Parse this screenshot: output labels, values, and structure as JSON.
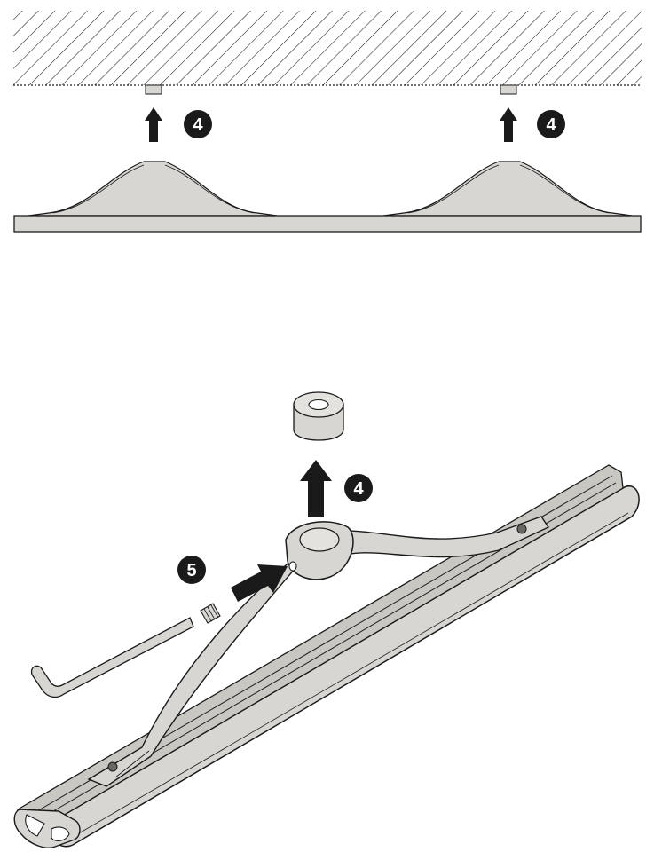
{
  "colors": {
    "outline": "#1a1a1a",
    "part_fill": "#d8d6d2",
    "part_shade": "#bdbbb6",
    "badge": "#1a1a1a",
    "badge_text": "#ffffff"
  },
  "steps": {
    "top_left": "4",
    "top_right": "4",
    "bottom_lift": "4",
    "bottom_screw": "5"
  }
}
